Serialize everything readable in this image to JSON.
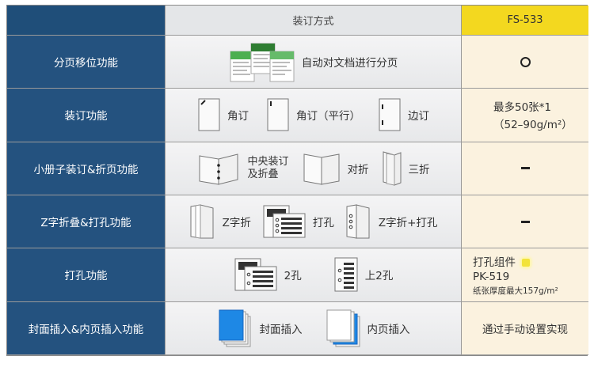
{
  "header": {
    "method": "装订方式",
    "model": "FS-533"
  },
  "rows": [
    {
      "label": "分页移位功能",
      "items": [
        {
          "icon": "document-stack-icon",
          "text": "自动对文档进行分页"
        }
      ],
      "value_icon": "circle-icon"
    },
    {
      "label": "装订功能",
      "items": [
        {
          "icon": "corner-staple-icon",
          "text": "角订"
        },
        {
          "icon": "corner-parallel-staple-icon",
          "text": "角订（平行）"
        },
        {
          "icon": "side-staple-icon",
          "text": "边订"
        }
      ],
      "value_lines": [
        "最多50张*1",
        "（52–90g/m²）"
      ]
    },
    {
      "label": "小册子装订&折页功能",
      "items": [
        {
          "icon": "booklet-icon",
          "text_lines": [
            "中央装订",
            "及折叠"
          ]
        },
        {
          "icon": "half-fold-icon",
          "text": "对折"
        },
        {
          "icon": "tri-fold-icon",
          "text": "三折"
        }
      ],
      "value_icon": "dash-icon"
    },
    {
      "label": "Z字折叠&打孔功能",
      "items": [
        {
          "icon": "z-fold-icon",
          "text": "Z字折"
        },
        {
          "icon": "punch-sheet-icon",
          "text": "打孔"
        },
        {
          "icon": "z-fold-punch-icon",
          "text": "Z字折+打孔"
        }
      ],
      "value_icon": "dash-icon"
    },
    {
      "label": "打孔功能",
      "items": [
        {
          "icon": "two-hole-side-icon",
          "text": "2孔"
        },
        {
          "icon": "two-hole-top-icon",
          "text": "上2孔"
        }
      ],
      "value_lines": [
        "打孔组件",
        "PK-519",
        "纸张厚度最大157g/m²"
      ]
    },
    {
      "label": "封面插入&内页插入功能",
      "items": [
        {
          "icon": "cover-insert-icon",
          "text": "封面插入"
        },
        {
          "icon": "inner-insert-icon",
          "text": "内页插入"
        }
      ],
      "value_lines": [
        "通过手动设置实现"
      ]
    }
  ]
}
